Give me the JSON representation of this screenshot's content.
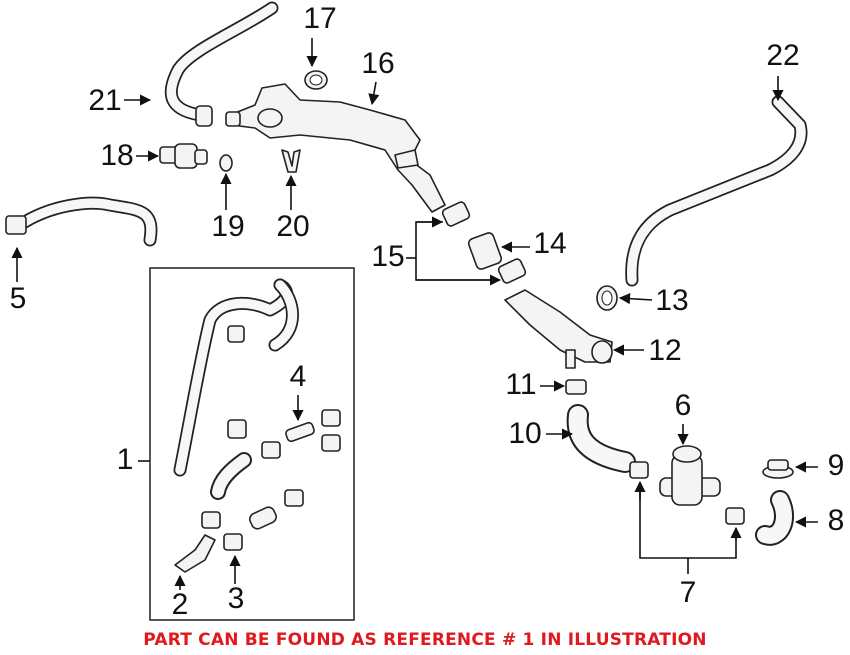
{
  "callouts": {
    "c1": "1",
    "c2": "2",
    "c3": "3",
    "c4": "4",
    "c5": "5",
    "c6": "6",
    "c7": "7",
    "c8": "8",
    "c9": "9",
    "c10": "10",
    "c11": "11",
    "c12": "12",
    "c13": "13",
    "c14": "14",
    "c15": "15",
    "c16": "16",
    "c17": "17",
    "c18": "18",
    "c19": "19",
    "c20": "20",
    "c21": "21",
    "c22": "22"
  },
  "note": "PART CAN BE FOUND AS REFERENCE # 1 IN ILLUSTRATION",
  "colors": {
    "note": "#e0191f",
    "lines": "#222222"
  }
}
